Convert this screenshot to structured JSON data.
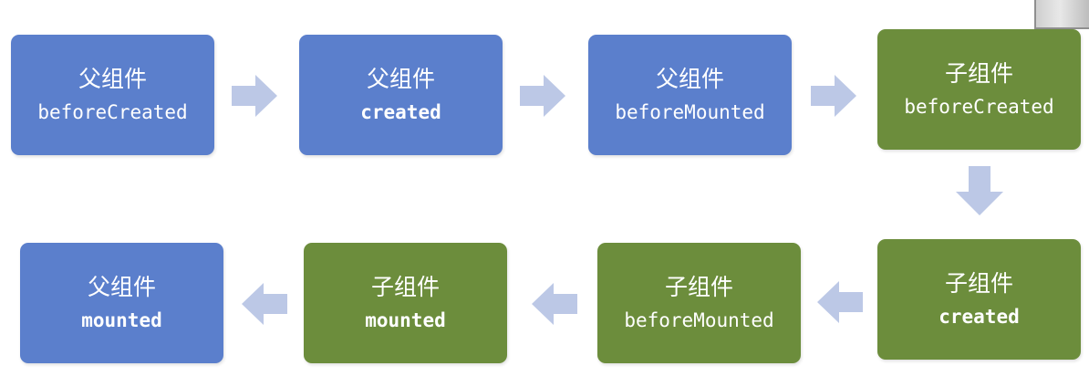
{
  "colors": {
    "parent": "#5b7fcc",
    "child": "#6c8d3c",
    "arrow": "#bcc8e6"
  },
  "nodes": [
    {
      "id": "n1",
      "owner": "父组件",
      "hook": "beforeCreated",
      "role": "parent"
    },
    {
      "id": "n2",
      "owner": "父组件",
      "hook": "created",
      "role": "parent"
    },
    {
      "id": "n3",
      "owner": "父组件",
      "hook": "beforeMounted",
      "role": "parent"
    },
    {
      "id": "n4",
      "owner": "子组件",
      "hook": "beforeCreated",
      "role": "child"
    },
    {
      "id": "n5",
      "owner": "子组件",
      "hook": "created",
      "role": "child"
    },
    {
      "id": "n6",
      "owner": "子组件",
      "hook": "beforeMounted",
      "role": "child"
    },
    {
      "id": "n7",
      "owner": "子组件",
      "hook": "mounted",
      "role": "child"
    },
    {
      "id": "n8",
      "owner": "父组件",
      "hook": "mounted",
      "role": "parent"
    }
  ],
  "edges": [
    {
      "from": "n1",
      "to": "n2"
    },
    {
      "from": "n2",
      "to": "n3"
    },
    {
      "from": "n3",
      "to": "n4"
    },
    {
      "from": "n4",
      "to": "n5"
    },
    {
      "from": "n5",
      "to": "n6"
    },
    {
      "from": "n6",
      "to": "n7"
    },
    {
      "from": "n7",
      "to": "n8"
    }
  ]
}
